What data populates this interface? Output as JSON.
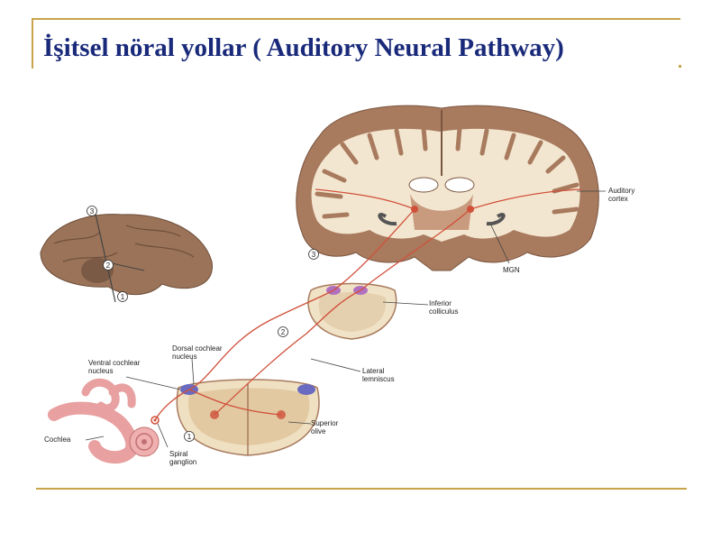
{
  "title": "İşitsel nöral yollar ( Auditory Neural Pathway)",
  "labels": {
    "auditory_cortex_1": "Auditory",
    "auditory_cortex_2": "cortex",
    "mgn": "MGN",
    "inferior_colliculus_1": "Inferior",
    "inferior_colliculus_2": "colliculus",
    "dorsal_cochlear_1": "Dorsal cochlear",
    "dorsal_cochlear_2": "nucleus",
    "ventral_cochlear_1": "Ventral cochlear",
    "ventral_cochlear_2": "nucleus",
    "lateral_lemniscus_1": "Lateral",
    "lateral_lemniscus_2": "lemniscus",
    "superior_olive_1": "Superior",
    "superior_olive_2": "olive",
    "cochlea": "Cochlea",
    "spiral_ganglion_1": "Spiral",
    "spiral_ganglion_2": "ganglion"
  },
  "markers": {
    "sagittal_3": "3",
    "sagittal_2": "2",
    "sagittal_1": "1",
    "coronal_3": "3",
    "midbrain_2": "2",
    "brainstem_1": "1"
  },
  "colors": {
    "accent_rule": "#c9a44a",
    "title": "#1a2a7a",
    "pathway": "#d0503a",
    "brain_tissue": "#a87a5e",
    "white_matter": "#f3e6d0"
  }
}
